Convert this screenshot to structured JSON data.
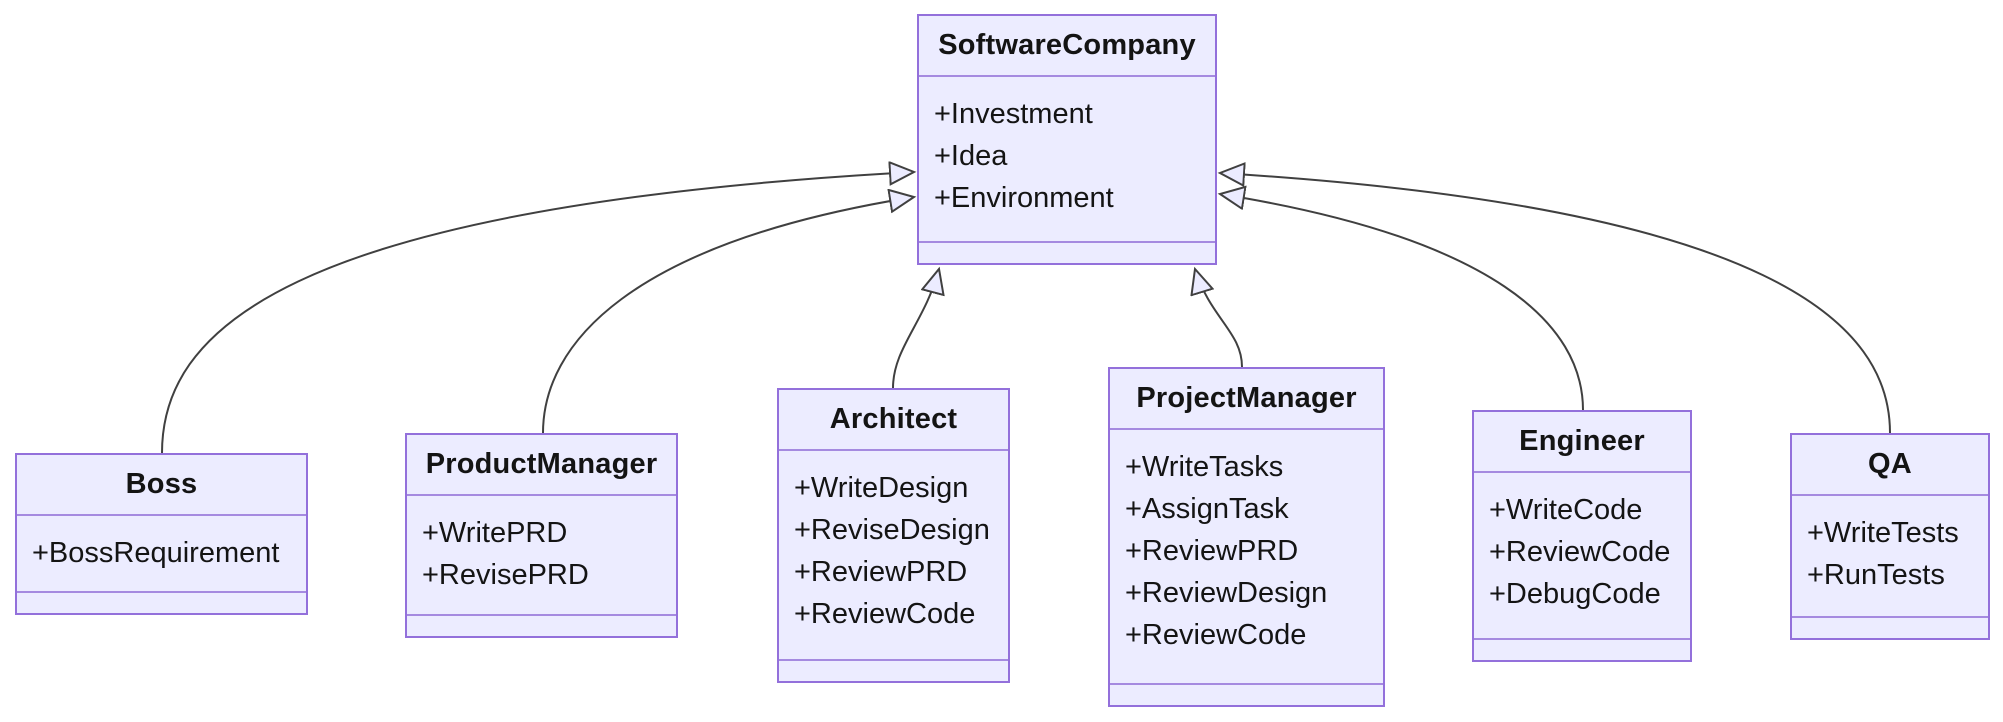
{
  "diagram": {
    "kind": "uml-class-diagram",
    "relationship_type": "inheritance",
    "parent_class": "SoftwareCompany"
  },
  "classes": [
    {
      "name": "SoftwareCompany",
      "attributes": [
        "+Investment",
        "+Idea",
        "+Environment"
      ]
    },
    {
      "name": "Boss",
      "attributes": [
        "+BossRequirement"
      ]
    },
    {
      "name": "ProductManager",
      "attributes": [
        "+WritePRD",
        "+RevisePRD"
      ]
    },
    {
      "name": "Architect",
      "attributes": [
        "+WriteDesign",
        "+ReviseDesign",
        "+ReviewPRD",
        "+ReviewCode"
      ]
    },
    {
      "name": "ProjectManager",
      "attributes": [
        "+WriteTasks",
        "+AssignTask",
        "+ReviewPRD",
        "+ReviewDesign",
        "+ReviewCode"
      ]
    },
    {
      "name": "Engineer",
      "attributes": [
        "+WriteCode",
        "+ReviewCode",
        "+DebugCode"
      ]
    },
    {
      "name": "QA",
      "attributes": [
        "+WriteTests",
        "+RunTests"
      ]
    }
  ],
  "edges": [
    {
      "from": "Boss",
      "to": "SoftwareCompany",
      "type": "inheritance"
    },
    {
      "from": "ProductManager",
      "to": "SoftwareCompany",
      "type": "inheritance"
    },
    {
      "from": "Architect",
      "to": "SoftwareCompany",
      "type": "inheritance"
    },
    {
      "from": "ProjectManager",
      "to": "SoftwareCompany",
      "type": "inheritance"
    },
    {
      "from": "Engineer",
      "to": "SoftwareCompany",
      "type": "inheritance"
    },
    {
      "from": "QA",
      "to": "SoftwareCompany",
      "type": "inheritance"
    }
  ],
  "colors": {
    "node_fill": "#ECECFF",
    "node_border": "#9370DB",
    "divider": "#a58ae0",
    "edge_stroke": "#404040",
    "arrowhead_fill": "#ECECFF",
    "text": "#141414",
    "background": "#ffffff"
  }
}
